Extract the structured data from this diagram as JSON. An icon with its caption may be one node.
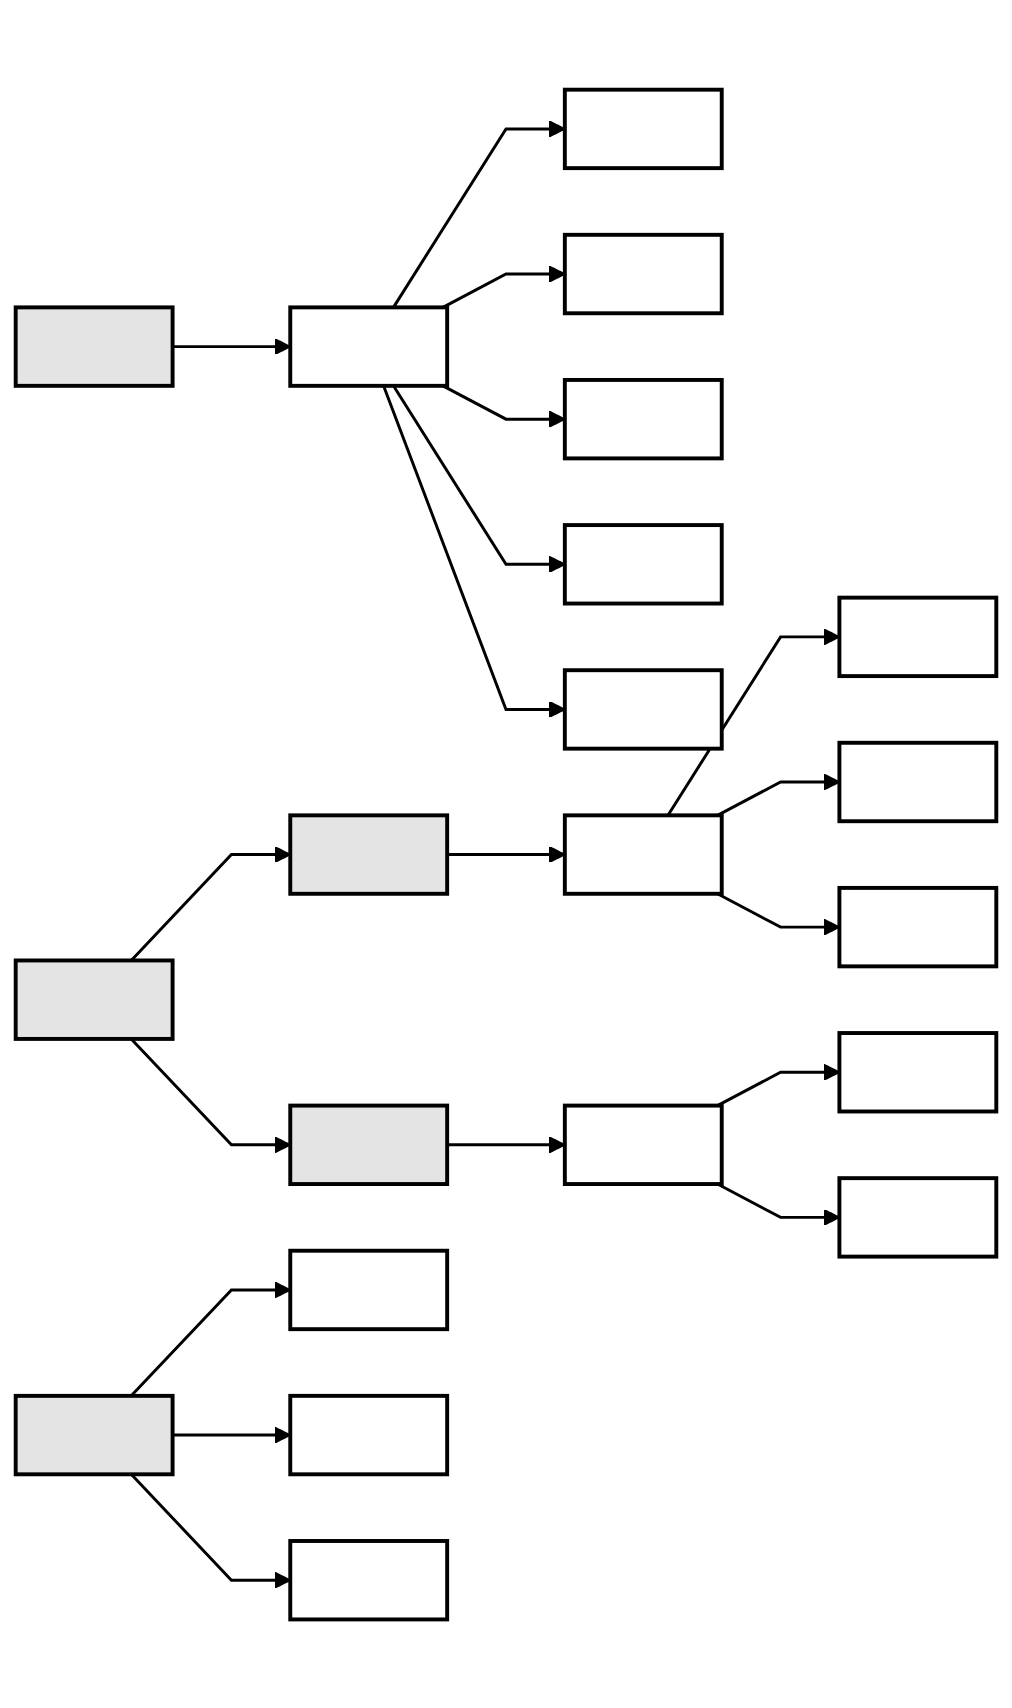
{
  "diagram": {
    "nodes": [
      {
        "text": [],
        "shape": "box"
      },
      {
        "text": [],
        "shape": "box"
      },
      {
        "text": [],
        "shape": "box"
      },
      {
        "text": [],
        "shape": "box"
      },
      {
        "text": [],
        "shape": "box"
      },
      {
        "text": [],
        "shape": "box"
      },
      {
        "text": [],
        "shape": "box"
      },
      {
        "text": [],
        "shape": "box"
      },
      {
        "text": [],
        "shape": "box"
      },
      {
        "text": [],
        "shape": "box"
      },
      {
        "text": [],
        "shape": "box"
      },
      {
        "text": [],
        "shape": "box"
      },
      {
        "text": [],
        "shape": "box"
      },
      {
        "text": [],
        "shape": "box"
      },
      {
        "text": [],
        "shape": "box"
      },
      {
        "text": [],
        "shape": "box"
      },
      {
        "text": [],
        "shape": "box"
      },
      {
        "text": [],
        "shape": "box"
      },
      {
        "text": [],
        "shape": "box"
      },
      {
        "text": [],
        "shape": "box"
      },
      {
        "text": [],
        "shape": "box"
      }
    ],
    "edges": [
      {
        "from": 1,
        "to": 2,
        "arrow": "to"
      },
      {
        "from": 2,
        "to": 3,
        "arrow": "to"
      },
      {
        "from": 2,
        "to": 4,
        "arrow": "to"
      },
      {
        "from": 2,
        "to": 5,
        "arrow": "to"
      },
      {
        "from": 2,
        "to": 6,
        "arrow": "to"
      },
      {
        "from": 2,
        "to": 7,
        "arrow": "to"
      },
      {
        "from": 0,
        "to": 8,
        "arrow": "to"
      },
      {
        "from": 8,
        "to": 9,
        "arrow": "to"
      },
      {
        "from": 9,
        "to": 10,
        "arrow": "to"
      },
      {
        "from": 9,
        "to": 11,
        "arrow": "to"
      },
      {
        "from": 9,
        "to": 12,
        "arrow": "to"
      },
      {
        "from": 0,
        "to": 13,
        "arrow": "to"
      },
      {
        "from": 13,
        "to": 14,
        "arrow": "to"
      },
      {
        "from": 14,
        "to": 15,
        "arrow": "to"
      },
      {
        "from": 14,
        "to": 16,
        "arrow": "to"
      },
      {
        "from": 17,
        "to": 18,
        "arrow": "to"
      },
      {
        "from": 17,
        "to": 19,
        "arrow": "to"
      },
      {
        "from": 17,
        "to": 20,
        "arrow": "to"
      }
    ]
  }
}
